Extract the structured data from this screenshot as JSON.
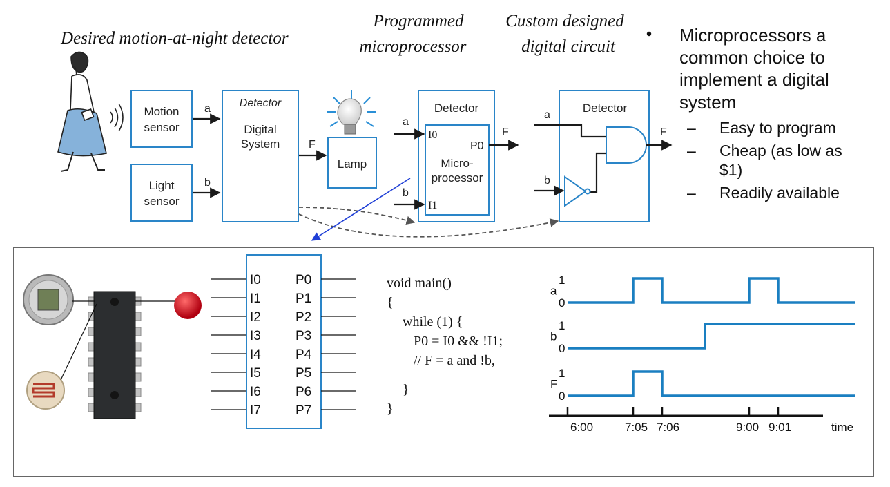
{
  "headings": {
    "detector": "Desired motion-at-night detector",
    "programmed_line1": "Programmed",
    "programmed_line2": "microprocessor",
    "custom_line1": "Custom designed",
    "custom_line2": "digital circuit"
  },
  "bullets": {
    "main_line1": "Microprocessors a",
    "main_line2": "common choice to",
    "main_line3": "implement a digital",
    "main_line4": "system",
    "dash": "–",
    "sub1": "Easy to program",
    "sub2_line1": "Cheap (as low as",
    "sub2_line2": "$1)",
    "sub3": "Readily available"
  },
  "system": {
    "motion_line1": "Motion",
    "motion_line2": "sensor",
    "light_line1": "Light",
    "light_line2": "sensor",
    "a": "a",
    "b": "b",
    "F": "F",
    "detector_italic": "Detector",
    "digital_line1": "Digital",
    "digital_line2": "System",
    "lamp": "Lamp"
  },
  "micro_box": {
    "title": "Detector",
    "i0": "I0",
    "i1": "I1",
    "p0": "P0",
    "body_line1": "Micro-",
    "body_line2": "processor",
    "a": "a",
    "b": "b",
    "F": "F"
  },
  "circuit_box": {
    "title": "Detector",
    "a": "a",
    "b": "b",
    "F": "F"
  },
  "chip_pins": {
    "inputs": [
      "I0",
      "I1",
      "I2",
      "I3",
      "I4",
      "I5",
      "I6",
      "I7"
    ],
    "outputs": [
      "P0",
      "P1",
      "P2",
      "P3",
      "P4",
      "P5",
      "P6",
      "P7"
    ]
  },
  "code": {
    "line1": "void main()",
    "line2": "{",
    "line3": "while (1) {",
    "line4": "P0 = I0 && !I1;",
    "line5": "// F = a and !b,",
    "line6": "}",
    "line7": "}"
  },
  "timing": {
    "signals": [
      {
        "name": "a",
        "high": "1",
        "low": "0"
      },
      {
        "name": "b",
        "high": "1",
        "low": "0"
      },
      {
        "name": "F",
        "high": "1",
        "low": "0"
      }
    ],
    "ticks": [
      "6:00",
      "7:05",
      "7:06",
      "9:00",
      "9:01"
    ],
    "axis_label": "time",
    "color": "#1a7fc1"
  },
  "colors": {
    "box_stroke": "#2a85c8",
    "arrow_blue": "#1f3fd6",
    "dress": "#86b2da",
    "led": "#d0141b"
  }
}
